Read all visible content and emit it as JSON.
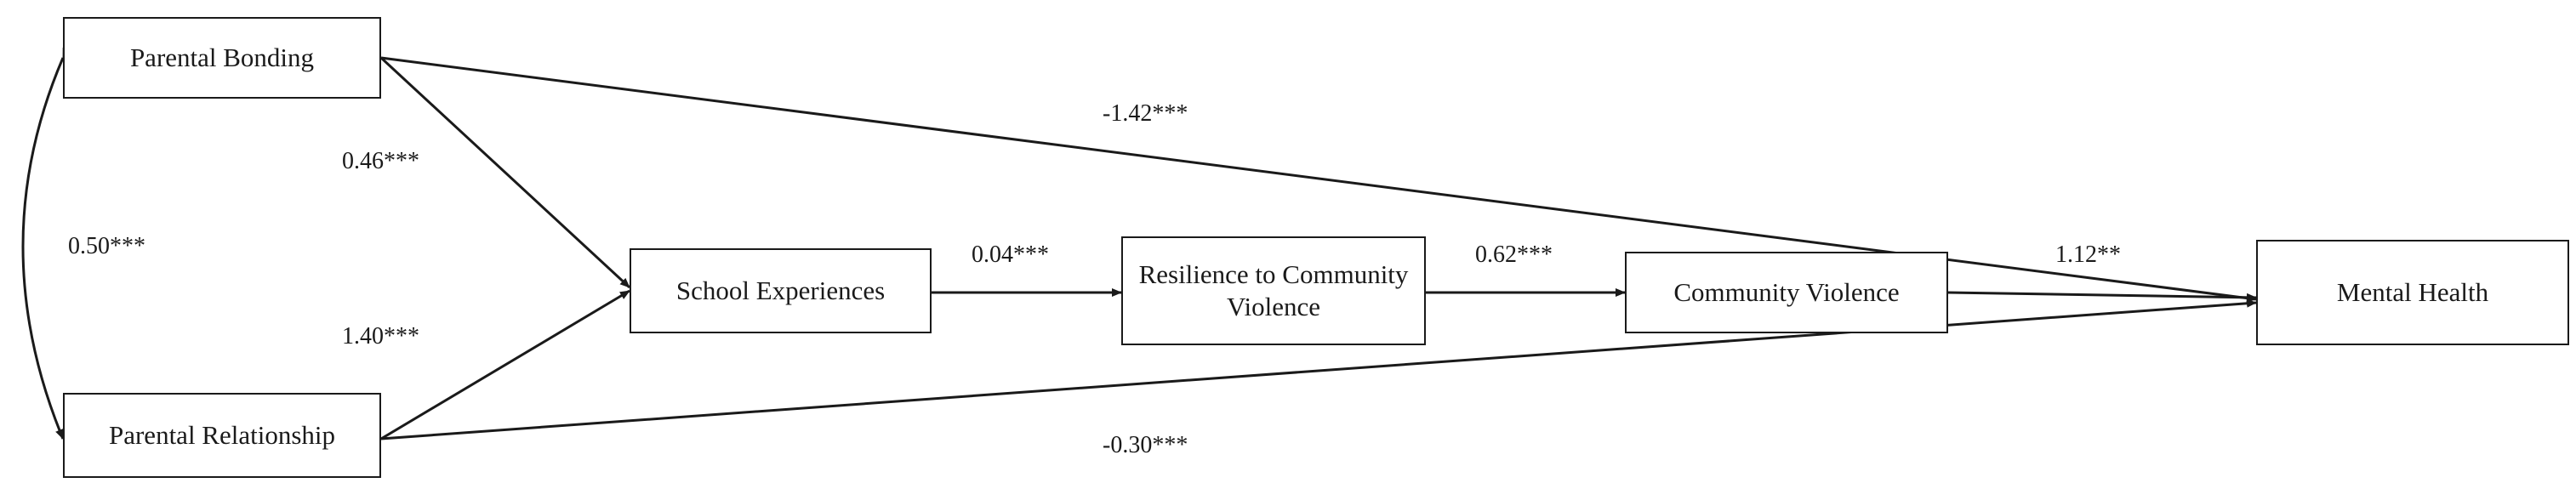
{
  "nodes": {
    "parental_bonding": "Parental Bonding",
    "parental_relationship": "Parental Relationship",
    "school_experiences": "School Experiences",
    "resilience": "Resilience to Community Violence",
    "community_violence": "Community Violence",
    "mental_health": "Mental Health"
  },
  "coefficients": {
    "bonding_relationship": "0.50***",
    "bonding_school": "0.46***",
    "relationship_school": "1.40***",
    "school_resilience": "0.04***",
    "resilience_violence": "0.62***",
    "violence_mental": "1.12**",
    "bonding_mental": "-1.42***",
    "relationship_mental": "-0.30***"
  },
  "colors": {
    "line": "#1a1a1a",
    "background": "#ffffff"
  }
}
